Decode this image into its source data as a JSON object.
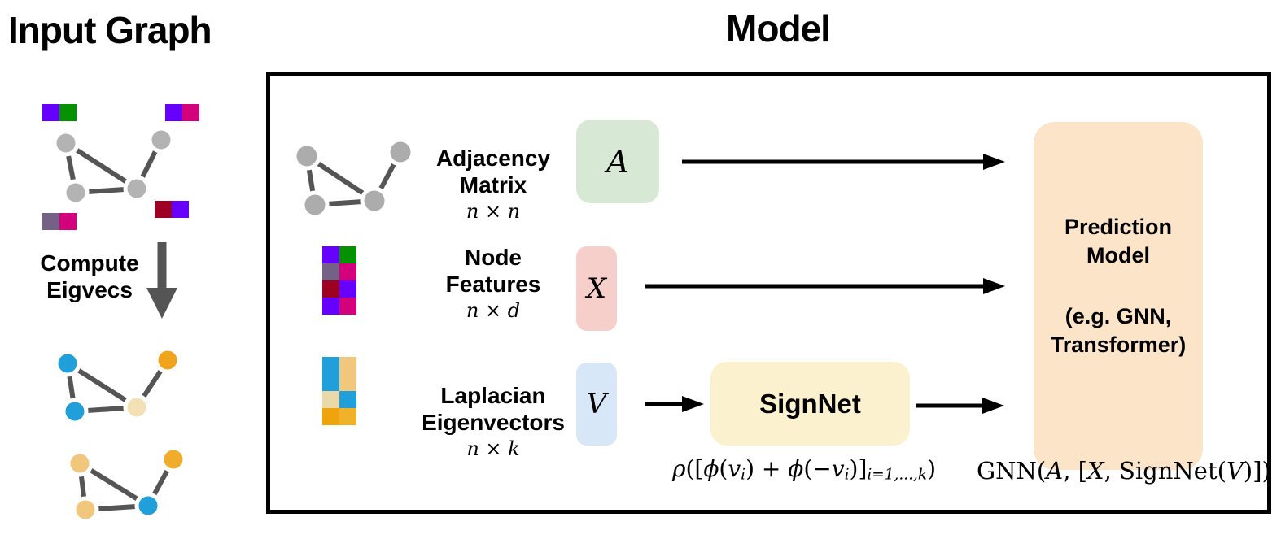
{
  "left": {
    "title": "Input Graph",
    "compute": {
      "line1": "Compute",
      "line2": "Eigvecs"
    }
  },
  "model": {
    "title": "Model",
    "rows": [
      {
        "label1": "Adjacency",
        "label2": "Matrix",
        "dims": "n × n",
        "symbol": "A",
        "box_color": "#D7E9D4"
      },
      {
        "label1": "Node",
        "label2": "Features",
        "dims": "n × d",
        "symbol": "X",
        "box_color": "#F6CFCB"
      },
      {
        "label1": "Laplacian",
        "label2": "Eigenvectors",
        "dims": "n × k",
        "symbol": "V",
        "box_color": "#D8E7F8"
      }
    ],
    "signnet": {
      "label": "SignNet",
      "color": "#FCF1CE"
    },
    "prediction": {
      "line1": "Prediction",
      "line2": "Model",
      "line3": "(e.g. GNN,",
      "line4": "Transformer)",
      "color": "#FCE4C8"
    },
    "formula_signnet": [
      {
        "t": "ρ",
        "i": true
      },
      {
        "t": "(["
      },
      {
        "t": "ϕ",
        "i": true
      },
      {
        "t": "("
      },
      {
        "t": "v",
        "i": true
      },
      {
        "t": "i",
        "i": true,
        "sub": true
      },
      {
        "t": ") + "
      },
      {
        "t": "ϕ",
        "i": true
      },
      {
        "t": "(−"
      },
      {
        "t": "v",
        "i": true
      },
      {
        "t": "i",
        "i": true,
        "sub": true
      },
      {
        "t": ")]"
      },
      {
        "t": "i=1,...,k",
        "i": true,
        "sub": true
      },
      {
        "t": ")"
      }
    ],
    "formula_gnn": [
      {
        "t": "GNN("
      },
      {
        "t": "A",
        "i": true
      },
      {
        "t": ", ["
      },
      {
        "t": "X",
        "i": true
      },
      {
        "t": ", SignNet("
      },
      {
        "t": "V",
        "i": true
      },
      {
        "t": ")])"
      }
    ]
  },
  "colors": {
    "input_node_gray": "#B3B3B3",
    "icon_node_gray": "#ACACAC",
    "edge_gray": "#555555",
    "arrow_gray": "#555555",
    "feature_pairs": {
      "top_left": [
        "#6600FF",
        "#069100"
      ],
      "top_right": [
        "#6600FF",
        "#D4017D"
      ],
      "bottom_left": [
        "#756086",
        "#D4017D"
      ],
      "bottom_right": [
        "#9D0022",
        "#6600FF"
      ]
    },
    "eigvec_graph1_nodes": [
      "#219FDB",
      "#F0A41E",
      "#219FDB",
      "#F3E0B4"
    ],
    "eigvec_graph2_nodes": [
      "#F1C77D",
      "#F0AD2C",
      "#F1C77D",
      "#219FDB"
    ]
  },
  "matrices": {
    "node_features": [
      [
        "#6600FF",
        "#069100"
      ],
      [
        "#756086",
        "#D4017D"
      ],
      [
        "#9D0022",
        "#6600FF"
      ],
      [
        "#6600FF",
        "#D4017D"
      ]
    ],
    "eigvecs": {
      "col1": [
        "#219FDB",
        "#EBD8A9",
        "#EFA30D"
      ],
      "col2": [
        "#EFC87D",
        "#219FDB",
        "#F0B22B"
      ]
    }
  }
}
